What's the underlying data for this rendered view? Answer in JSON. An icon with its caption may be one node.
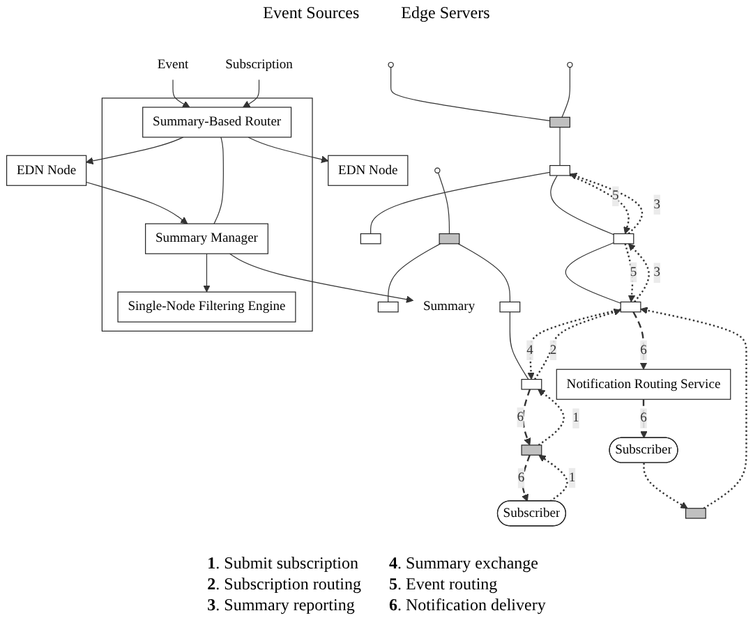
{
  "diagram": {
    "nodes": [
      {
        "text": [],
        "shape": "circle"
      },
      {
        "text": [],
        "shape": "circle"
      },
      {
        "text": [],
        "shape": "circle"
      },
      {
        "text": [],
        "shape": "box"
      },
      {
        "text": [],
        "shape": "box"
      },
      {
        "text": [],
        "shape": "box"
      },
      {
        "text": [],
        "shape": "box"
      },
      {
        "text": [],
        "shape": "box"
      },
      {
        "text": [],
        "shape": "box"
      },
      {
        "text": [],
        "shape": "box"
      },
      {
        "text": [],
        "shape": "box"
      },
      {
        "text": [],
        "shape": "box"
      },
      {
        "text": [
          "Notification Routing Service"
        ]
      },
      {
        "text": [],
        "shape": "box"
      },
      {
        "text": [],
        "shape": "box"
      },
      {
        "text": [
          "Subscriber"
        ]
      },
      {
        "text": [
          "Subscriber"
        ]
      },
      {
        "text": [],
        "shape": "box"
      },
      {
        "text": [
          "Summary"
        ]
      },
      {
        "text": [
          "Event"
        ]
      },
      {
        "text": [
          "Subscription"
        ]
      },
      {
        "text": [
          "Summary Manager"
        ],
        "in": 17
      },
      {
        "text": [
          "Summary-Based Router"
        ],
        "in": 17
      },
      {
        "text": [
          "Single-Node Filtering Engine"
        ],
        "in": 17
      },
      {
        "text": [
          "EDN Node"
        ]
      },
      {
        "text": [
          "EDN Node"
        ]
      }
    ],
    "edges": [
      {
        "from": 0,
        "to": 3,
        "arrow": "none"
      },
      {
        "from": 1,
        "to": 3,
        "arrow": "none"
      },
      {
        "from": 2,
        "to": 4,
        "arrow": "none"
      },
      {
        "from": 3,
        "to": 5,
        "arrow": "none"
      },
      {
        "from": 5,
        "to": 6,
        "arrow": "none"
      },
      {
        "from": 5,
        "to": 7,
        "arrow": "none"
      },
      {
        "from": 7,
        "to": 10,
        "arrow": "none"
      },
      {
        "from": 4,
        "to": 8,
        "arrow": "none"
      },
      {
        "from": 4,
        "to": 9,
        "arrow": "none"
      },
      {
        "from": 9,
        "to": 11,
        "arrow": "none"
      },
      {
        "from": 5,
        "to": 7,
        "arrow": "to",
        "label": "5",
        "style": "dashed"
      },
      {
        "from": 7,
        "to": 5,
        "arrow": "to",
        "label": "3",
        "style": "dashed"
      },
      {
        "from": 7,
        "to": 10,
        "arrow": "to",
        "label": "5",
        "style": "dashed"
      },
      {
        "from": 10,
        "to": 7,
        "arrow": "to",
        "label": "3",
        "style": "dashed"
      },
      {
        "from": 11,
        "to": 10,
        "arrow": "to",
        "label": "2",
        "style": "dashed"
      },
      {
        "from": 10,
        "to": 11,
        "arrow": "to",
        "label": "4",
        "style": "dashed"
      },
      {
        "from": 10,
        "to": 12,
        "arrow": "to",
        "label": "6",
        "style": "dashed"
      },
      {
        "from": 12,
        "to": 15,
        "arrow": "to",
        "label": "6",
        "style": "dashed"
      },
      {
        "from": 15,
        "to": 13,
        "arrow": "to",
        "style": "dashed"
      },
      {
        "from": 13,
        "to": 10,
        "arrow": "to",
        "style": "dashed"
      },
      {
        "from": 16,
        "to": 14,
        "arrow": "to",
        "label": "1",
        "style": "dashed"
      },
      {
        "from": 14,
        "to": 11,
        "arrow": "to",
        "label": "1",
        "style": "dashed"
      },
      {
        "from": 11,
        "to": 14,
        "arrow": "to",
        "label": "6",
        "style": "dashed"
      },
      {
        "from": 14,
        "to": 16,
        "arrow": "to",
        "label": "6",
        "style": "dashed"
      },
      {
        "from": 21,
        "to": 18,
        "arrow": "to"
      },
      {
        "from": 19,
        "to": 22,
        "arrow": "to"
      },
      {
        "from": 20,
        "to": 22,
        "arrow": "to"
      },
      {
        "from": 21,
        "to": 22,
        "arrow": "none"
      },
      {
        "from": 21,
        "to": 23,
        "arrow": "to"
      },
      {
        "from": 24,
        "to": 21,
        "arrow": "to"
      },
      {
        "from": 22,
        "to": 24,
        "arrow": "to"
      },
      {
        "from": 22,
        "to": 25,
        "arrow": "to"
      }
    ],
    "labels": [
      "Event Sources",
      "Edge Servers",
      "**1**. Submit subscription",
      "**4**. Summary exchange",
      "**2**. Subscription routing",
      "**5**. Event routing",
      "**3**. Summary reporting",
      "**6**. Notification delivery"
    ]
  }
}
